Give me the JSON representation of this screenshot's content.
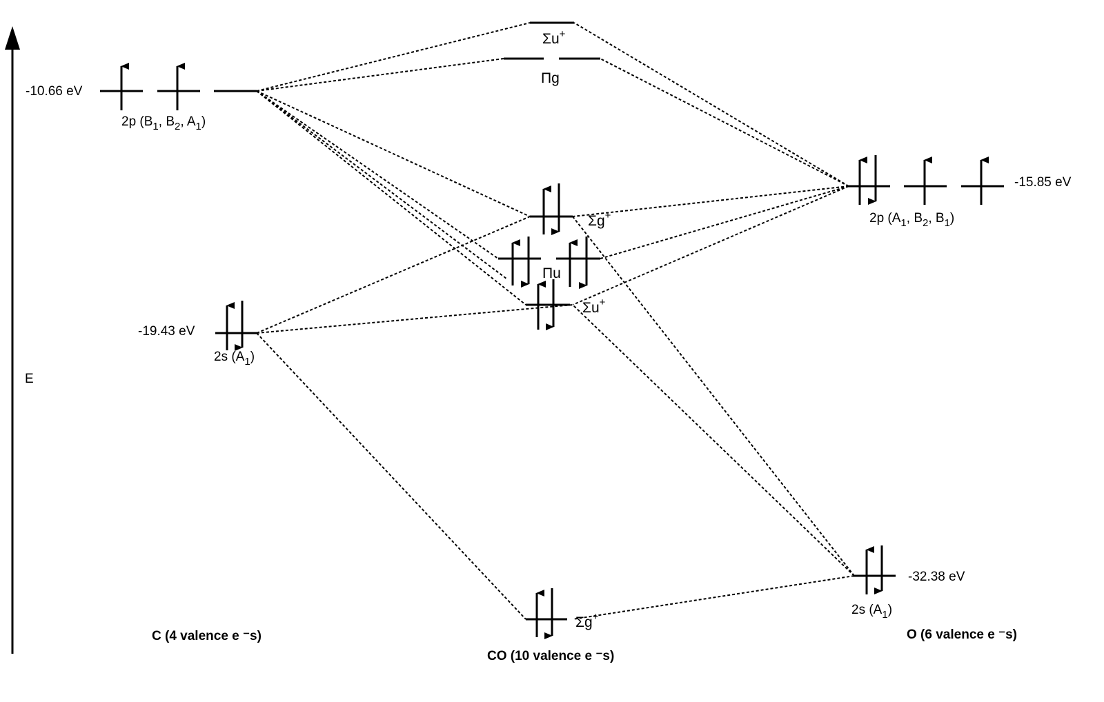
{
  "axis": {
    "label": "E"
  },
  "carbon": {
    "title": "C (4 valence e ⁻s)",
    "p": {
      "energy": "-10.66 eV",
      "label_main": "2p (B",
      "subs": [
        "1",
        "2",
        "1"
      ],
      "label_parts": [
        ", B",
        ", A",
        ")"
      ],
      "electrons": [
        "up",
        "up",
        ""
      ]
    },
    "s": {
      "energy": "-19.43 eV",
      "label_main": "2s (A",
      "sub": "1",
      "tail": ")",
      "electrons": [
        "pair"
      ]
    }
  },
  "oxygen": {
    "title": "O (6 valence e ⁻s)",
    "p": {
      "energy": "-15.85 eV",
      "label_main": "2p (A",
      "subs": [
        "1",
        "2",
        "1"
      ],
      "label_parts": [
        ", B",
        ", B",
        ")"
      ],
      "electrons": [
        "pair",
        "up",
        "up"
      ]
    },
    "s": {
      "energy": "-32.38 eV",
      "label_main": "2s (A",
      "sub": "1",
      "tail": ")",
      "electrons": [
        "pair"
      ]
    }
  },
  "molecule": {
    "title": "CO (10 valence e ⁻s)",
    "orbitals": [
      {
        "id": "sigma_u_star",
        "sym": "Σu",
        "sup": "+",
        "electrons": []
      },
      {
        "id": "pi_g_star",
        "sym": "Πg",
        "sup": "",
        "electrons": []
      },
      {
        "id": "sigma_g_upper",
        "sym": "Σg",
        "sup": "+",
        "electrons": [
          "pair"
        ]
      },
      {
        "id": "pi_u",
        "sym": "Πu",
        "sup": "",
        "electrons": [
          "pair",
          "pair"
        ]
      },
      {
        "id": "sigma_u_lower",
        "sym": "Σu",
        "sup": "+",
        "electrons": [
          "pair"
        ]
      },
      {
        "id": "sigma_g_lower",
        "sym": "Σg",
        "sup": "+",
        "electrons": [
          "pair"
        ]
      }
    ]
  }
}
